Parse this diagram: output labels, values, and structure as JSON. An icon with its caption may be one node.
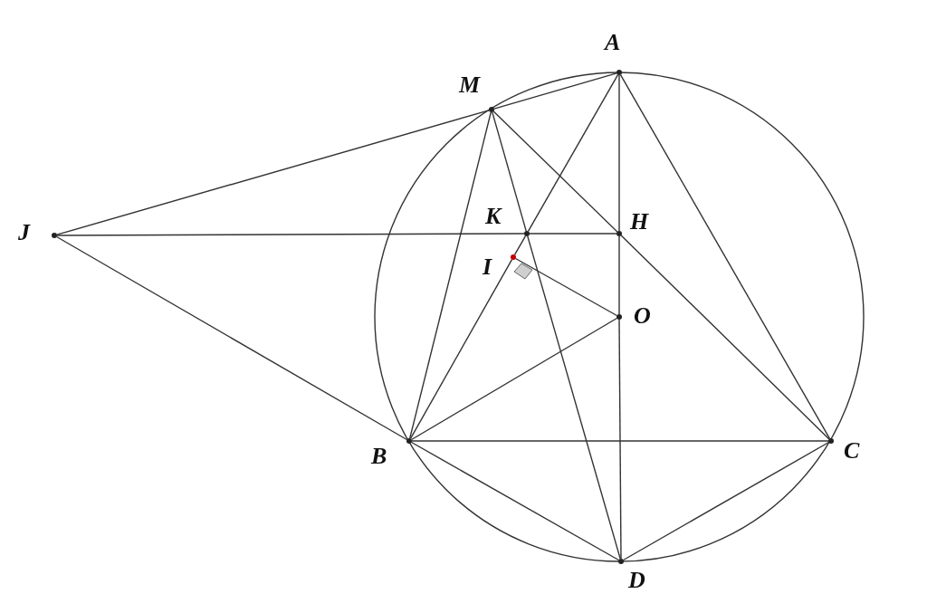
{
  "diagram": {
    "nodes": [
      {
        "text": [
          "A"
        ]
      },
      {
        "text": [
          "M"
        ]
      },
      {
        "text": [
          "J"
        ]
      },
      {
        "text": [
          "K"
        ]
      },
      {
        "text": [
          "H"
        ]
      },
      {
        "text": [
          "I"
        ]
      },
      {
        "text": [
          "O"
        ]
      },
      {
        "text": [
          "B"
        ]
      },
      {
        "text": [
          "C"
        ]
      },
      {
        "text": [
          "D"
        ]
      }
    ],
    "edges": [
      {
        "from": 2,
        "to": 1,
        "arrow": "none"
      },
      {
        "from": 1,
        "to": 0,
        "arrow": "none"
      },
      {
        "from": 2,
        "to": 3,
        "arrow": "none"
      },
      {
        "from": 3,
        "to": 4,
        "arrow": "none"
      },
      {
        "from": 2,
        "to": 7,
        "arrow": "none"
      },
      {
        "from": 0,
        "to": 4,
        "arrow": "none"
      },
      {
        "from": 4,
        "to": 6,
        "arrow": "none"
      },
      {
        "from": 6,
        "to": 9,
        "arrow": "none"
      },
      {
        "from": 0,
        "to": 8,
        "arrow": "none"
      },
      {
        "from": 0,
        "to": 3,
        "arrow": "none"
      },
      {
        "from": 3,
        "to": 5,
        "arrow": "none"
      },
      {
        "from": 5,
        "to": 7,
        "arrow": "none"
      },
      {
        "from": 1,
        "to": 7,
        "arrow": "none"
      },
      {
        "from": 1,
        "to": 3,
        "arrow": "none"
      },
      {
        "from": 3,
        "to": 9,
        "arrow": "none"
      },
      {
        "from": 1,
        "to": 4,
        "arrow": "none"
      },
      {
        "from": 4,
        "to": 8,
        "arrow": "none"
      },
      {
        "from": 5,
        "to": 6,
        "arrow": "none"
      },
      {
        "from": 7,
        "to": 6,
        "arrow": "none"
      },
      {
        "from": 7,
        "to": 8,
        "arrow": "none"
      },
      {
        "from": 7,
        "to": 9,
        "arrow": "none"
      },
      {
        "from": 8,
        "to": 9,
        "arrow": "none"
      }
    ]
  }
}
